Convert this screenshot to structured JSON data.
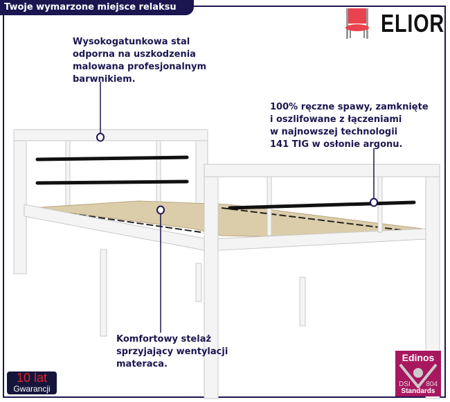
{
  "header": {
    "title": "Twoje wymarzone miejsce relaksu"
  },
  "brand": {
    "name": "ELIOR",
    "icon": "chair-icon",
    "accent": "#e8434f"
  },
  "callouts": {
    "steel": "Wysokogatunkowa stal\nodporna na uszkodzenia\nmalowana profesjonalnym\nbarwnikiem.",
    "welds": "100% ręczne spawy, zamknięte\ni oszlifowane z łączeniami\nw najnowszej technologii\n141 TIG w osłonie argonu.",
    "slats": "Komfortowy stelaż\nsprzyjający wentylacji\nmateraca."
  },
  "warranty": {
    "years": "10 lat",
    "label": "Gwarancji"
  },
  "certificate": {
    "name": "Edinos",
    "left": "DSI",
    "right": "804",
    "footer": "Standards",
    "color": "#a8185f"
  },
  "colors": {
    "navy": "#1b1650"
  }
}
